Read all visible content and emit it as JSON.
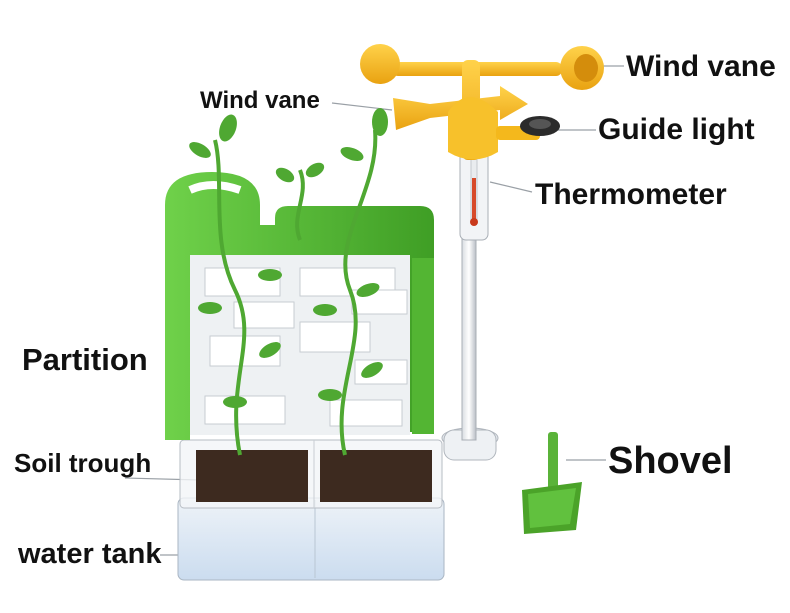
{
  "labels": {
    "wind_vane_top": "Wind vane",
    "wind_vane_left": "Wind vane",
    "guide_light": "Guide light",
    "thermometer": "Thermometer",
    "partition": "Partition",
    "shovel": "Shovel",
    "soil_trough": "Soil trough",
    "water_tank": "water tank"
  },
  "colors": {
    "frame_green": "#5cc23a",
    "plant_green": "#4fa832",
    "vane_yellow": "#f4b81c",
    "soil_brown": "#3d2a1f",
    "water_blue": "#dbe8f5"
  }
}
